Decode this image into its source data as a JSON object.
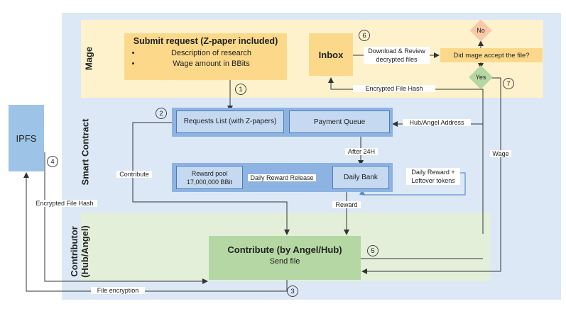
{
  "regions": {
    "mage": "Mage",
    "smart_contract": "Smart Contract",
    "contributor": "Contributor (Hub/Angel)"
  },
  "submit_request": {
    "title": "Submit request (Z-paper included)",
    "bullets": [
      "Description of research",
      "Wage amount in BBits"
    ]
  },
  "inbox": "Inbox",
  "download_review": "Download & Review decrypted files",
  "accept_question": "Did mage accept the file?",
  "no": "No",
  "yes": "Yes",
  "requests_list": "Requests List (with Z-papers)",
  "payment_queue": "Payment Queue",
  "hub_angel_address": "Hub/Angel Address",
  "after_24h": "After 24H",
  "reward_pool": "Reward pool 17,000,000 BBit",
  "daily_reward_release": "Daily Reward Release",
  "daily_bank": "Daily Bank",
  "daily_reward_leftover": "Daily Reward + Leftover tokens",
  "reward": "Reward",
  "contribute_label": "Contribute",
  "wage": "Wage",
  "encrypted_file_hash": "Encrypted File Hash",
  "encrypted_file_hash_left": "Encrypted File Hash",
  "ipfs": "IPFS",
  "contribute_box": {
    "title": "Contribute (by Angel/Hub)",
    "subtitle": "Send file"
  },
  "file_encryption": "File encryption",
  "steps": [
    "1",
    "2",
    "3",
    "4",
    "5",
    "6",
    "7"
  ],
  "colors": {
    "smart_contract_bg": "#dce8f5",
    "mage_bg": "#fdf2cc",
    "contrib_bg": "#e3efd9",
    "accent_box": "#fcd98a",
    "band": "#8db3e2"
  }
}
